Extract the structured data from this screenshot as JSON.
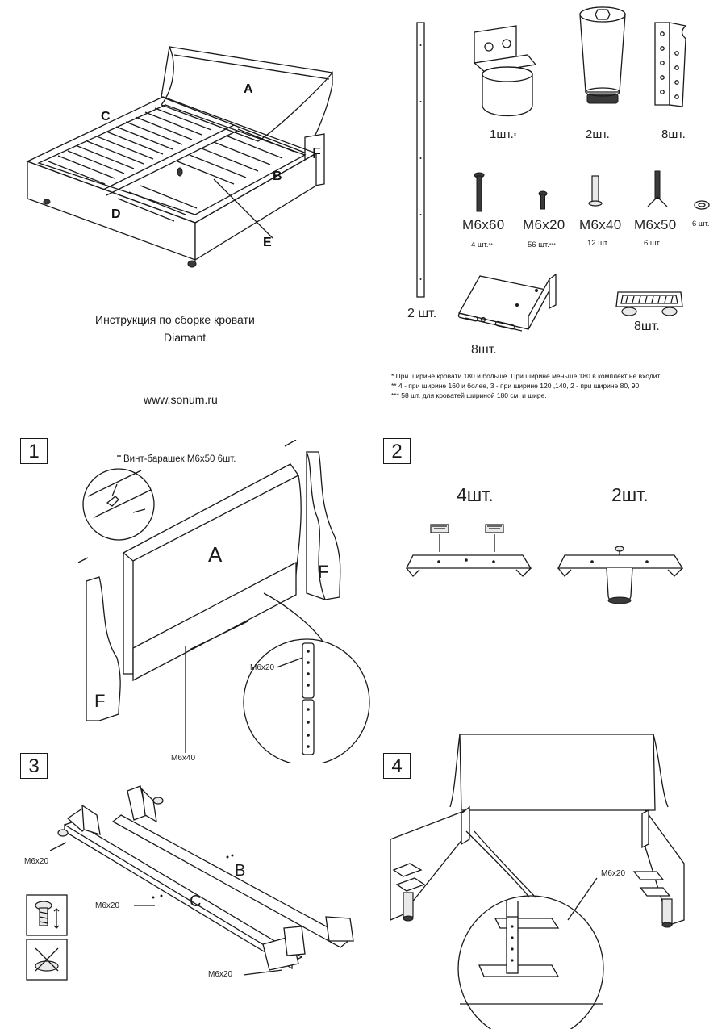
{
  "cover": {
    "title_line1": "Инструкция по сборке кровати",
    "title_line2": "Diamant",
    "website": "www.sonum.ru",
    "part_labels": [
      "A",
      "B",
      "C",
      "D",
      "E",
      "F"
    ]
  },
  "parts": {
    "rail_qty": "2 шт.",
    "bracket_big_qty": "8шт.",
    "support_holder_qty": "1шт.",
    "support_holder_mark": "*",
    "leg_qty": "2шт.",
    "hinge_plate_qty": "8шт.",
    "slat_holder_qty": "8шт.",
    "bolts": [
      {
        "size": "M6x60",
        "qty": "4 шт.",
        "mark": "**"
      },
      {
        "size": "M6x20",
        "qty": "56 шт.",
        "mark": "***"
      },
      {
        "size": "M6x40",
        "qty": "12 шт.",
        "mark": ""
      },
      {
        "size": "M6x50",
        "qty": "6 шт.",
        "mark": ""
      }
    ],
    "washer_qty": "6 шт."
  },
  "notes": [
    "* При ширине кровати 180 и больше. При ширине меньше  180 в комплект не входит.",
    "** 4 - при ширине 160 и более, 3 - при ширине 120  ,140, 2 - при ширине 80, 90.",
    "*** 58 шт. для кроватей шириной 180 см. и шире."
  ],
  "steps": {
    "s1": {
      "number": "1",
      "callout": "Винт-барашек М6х50 6шт.",
      "label_A": "A",
      "label_F1": "F",
      "label_F2": "F",
      "bolt1": "M6x20",
      "bolt2": "M6x40"
    },
    "s2": {
      "number": "2",
      "qty_left": "4шт.",
      "qty_right": "2шт."
    },
    "s3": {
      "number": "3",
      "label_B": "B",
      "label_C": "C",
      "bolt1": "M6x20",
      "bolt2": "M6x20",
      "bolt3": "M6x20"
    },
    "s4": {
      "number": "4",
      "bolt1": "M6x20"
    }
  },
  "colors": {
    "ink": "#1a1a1a",
    "paper": "#ffffff"
  }
}
